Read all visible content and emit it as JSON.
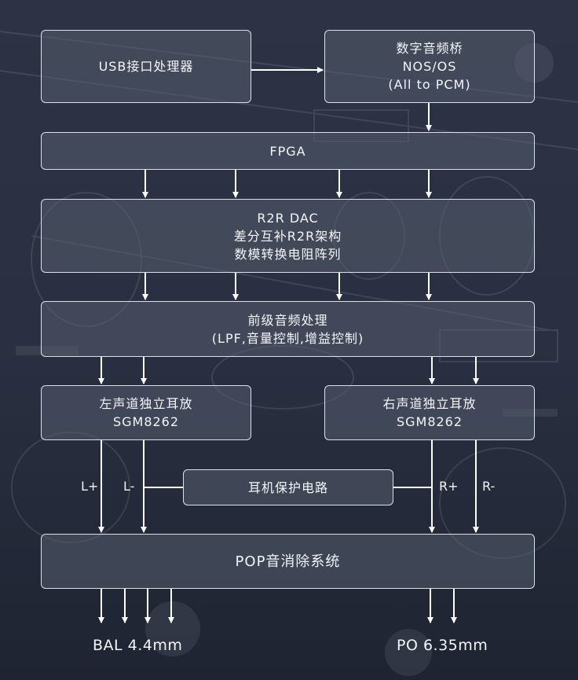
{
  "diagram": {
    "blocks": {
      "usb": {
        "line1": "USB接口处理器"
      },
      "bridge": {
        "line1": "数字音频桥",
        "line2": "NOS/OS",
        "line3": "(All to PCM)"
      },
      "fpga": {
        "line1": "FPGA"
      },
      "dac": {
        "line1": "R2R DAC",
        "line2": "差分互补R2R架构",
        "line3": "数模转换电阻阵列"
      },
      "preamp": {
        "line1": "前级音频处理",
        "line2": "(LPF,音量控制,增益控制)"
      },
      "left_amp": {
        "line1": "左声道独立耳放",
        "line2": "SGM8262"
      },
      "right_amp": {
        "line1": "右声道独立耳放",
        "line2": "SGM8262"
      },
      "protect": {
        "line1": "耳机保护电路"
      },
      "pop": {
        "line1": "POP音消除系统"
      }
    },
    "signal_labels": {
      "l_plus": "L+",
      "l_minus": "L-",
      "r_plus": "R+",
      "r_minus": "R-"
    },
    "outputs": {
      "bal": "BAL 4.4mm",
      "po": "PO 6.35mm"
    },
    "colors": {
      "line": "#ffffff",
      "box_border": "#ebeef5",
      "text": "#f4f5f8",
      "background": "#262c3c"
    }
  }
}
